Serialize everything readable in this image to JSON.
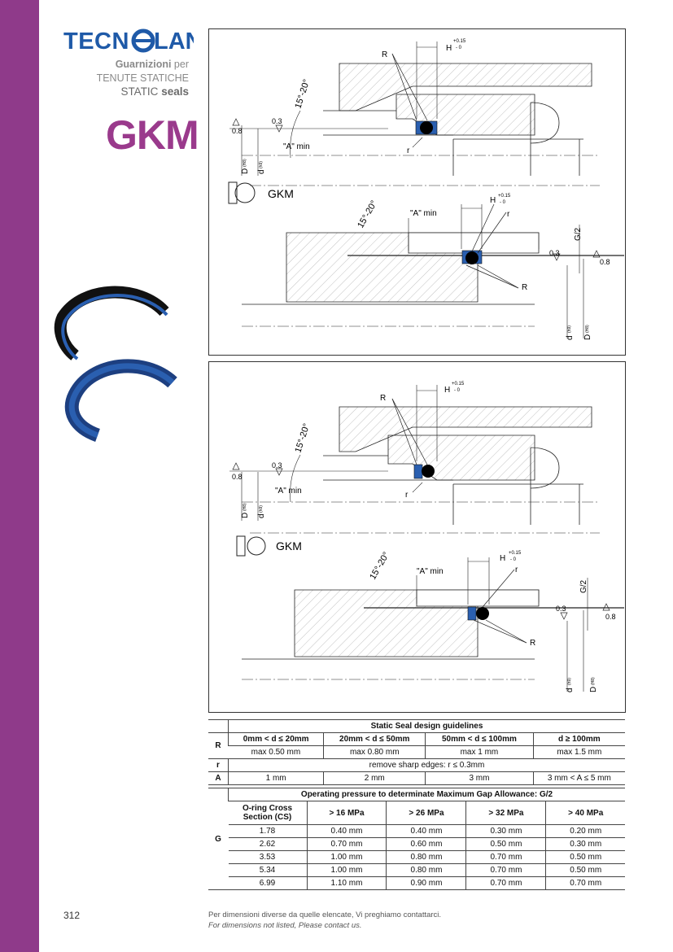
{
  "brand": {
    "logo_text": "TECNOLAN",
    "tagline_1_bold": "Guarnizioni",
    "tagline_1_rest": "per",
    "tagline_2": "TENUTE STATICHE",
    "tagline_3_a": "STATIC",
    "tagline_3_b": "seals"
  },
  "product_code": "GKM",
  "drawing_labels": {
    "R": "R",
    "r": "r",
    "H": "H",
    "tol_plus": "+0.15",
    "tol_minus": "- 0",
    "angle": "15°-20°",
    "a_min": "\"A\" min",
    "rough_08": "0.8",
    "rough_03": "0.3",
    "D_H8": "D",
    "D_sub": "(H8)",
    "d_h9": "d",
    "d_sub": "(h9)",
    "gkm": "GKM",
    "g2": "G/2"
  },
  "table1": {
    "title": "Static Seal design guidelines",
    "row_R_label": "R",
    "headers": [
      "0mm < d ≤ 20mm",
      "20mm < d ≤ 50mm",
      "50mm < d ≤ 100mm",
      "d ≥ 100mm"
    ],
    "R_values": [
      "max 0.50 mm",
      "max 0.80 mm",
      "max 1 mm",
      "max 1.5 mm"
    ],
    "row_r_label": "r",
    "r_value": "remove sharp edges: r  ≤ 0.3mm",
    "row_A_label": "A",
    "A_values": [
      "1 mm",
      "2 mm",
      "3 mm",
      "3 mm < A ≤ 5 mm"
    ]
  },
  "table2": {
    "title": "Operating pressure to determinate Maximum Gap Allowance: G/2",
    "row_label": "G",
    "headers": [
      "O-ring Cross Section (CS)",
      "> 16 MPa",
      "> 26 MPa",
      "> 32 MPa",
      "> 40 MPa"
    ],
    "rows": [
      [
        "1.78",
        "0.40 mm",
        "0.40 mm",
        "0.30 mm",
        "0.20 mm"
      ],
      [
        "2.62",
        "0.70 mm",
        "0.60 mm",
        "0.50 mm",
        "0.30 mm"
      ],
      [
        "3.53",
        "1.00 mm",
        "0.80 mm",
        "0.70 mm",
        "0.50 mm"
      ],
      [
        "5.34",
        "1.00 mm",
        "0.80 mm",
        "0.70 mm",
        "0.50 mm"
      ],
      [
        "6.99",
        "1.10 mm",
        "0.90 mm",
        "0.70 mm",
        "0.70 mm"
      ]
    ]
  },
  "footer": {
    "page_number": "312",
    "note_it": "Per dimensioni diverse da quelle elencate, Vi preghiamo contattarci.",
    "note_en": "For dimensions not listed, Please contact us."
  },
  "colors": {
    "sidebar": "#8f3a8a",
    "accent": "#9a3a8c",
    "seal_blue": "#2a5fb0",
    "logo_blue": "#1f5aa8"
  }
}
